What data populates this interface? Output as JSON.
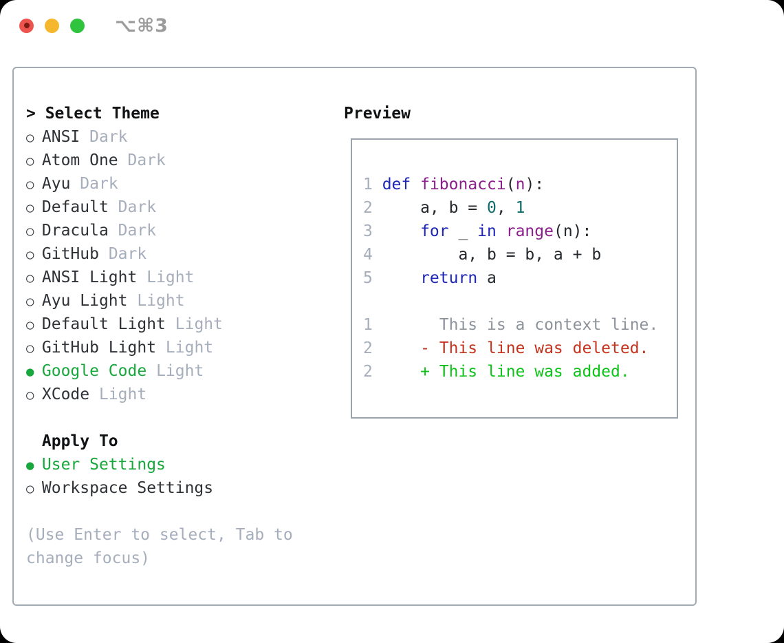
{
  "window": {
    "title": "⌥⌘3"
  },
  "colors": {
    "traffic_close": "#ed544e",
    "traffic_close_dot": "#7d1a13",
    "traffic_minimize": "#f5b72e",
    "traffic_zoom": "#2fc33e",
    "selection_green": "#18a73c",
    "added_green": "#0ec219",
    "deleted_red": "#c4331d",
    "keyword_blue": "#1e26b8",
    "function_purple": "#8c1e8c",
    "literal_teal": "#0f6b6b",
    "muted_gray": "#a6aebc",
    "panel_border": "#a2aab4"
  },
  "theme_panel": {
    "header": {
      "marker": ">",
      "label": "Select Theme"
    },
    "themes": [
      {
        "marker": "○",
        "name": "ANSI",
        "variant": "Dark",
        "selected": false
      },
      {
        "marker": "○",
        "name": "Atom One",
        "variant": "Dark",
        "selected": false
      },
      {
        "marker": "○",
        "name": "Ayu",
        "variant": "Dark",
        "selected": false
      },
      {
        "marker": "○",
        "name": "Default",
        "variant": "Dark",
        "selected": false
      },
      {
        "marker": "○",
        "name": "Dracula",
        "variant": "Dark",
        "selected": false
      },
      {
        "marker": "○",
        "name": "GitHub",
        "variant": "Dark",
        "selected": false
      },
      {
        "marker": "○",
        "name": "ANSI Light",
        "variant": "Light",
        "selected": false
      },
      {
        "marker": "○",
        "name": "Ayu Light",
        "variant": "Light",
        "selected": false
      },
      {
        "marker": "○",
        "name": "Default Light",
        "variant": "Light",
        "selected": false
      },
      {
        "marker": "○",
        "name": "GitHub Light",
        "variant": "Light",
        "selected": false
      },
      {
        "marker": "●",
        "name": "Google Code",
        "variant": "Light",
        "selected": true
      },
      {
        "marker": "○",
        "name": "XCode",
        "variant": "Light",
        "selected": false
      }
    ],
    "apply_to": {
      "label": "Apply To",
      "options": [
        {
          "marker": "●",
          "label": "User Settings",
          "selected": true
        },
        {
          "marker": "○",
          "label": "Workspace Settings",
          "selected": false
        }
      ]
    },
    "hint": "(Use Enter to select, Tab to change focus)"
  },
  "preview": {
    "label": "Preview",
    "code_lines": [
      {
        "num": "1",
        "tokens": [
          {
            "c": "kw",
            "t": "def"
          },
          {
            "c": "pl",
            "t": " "
          },
          {
            "c": "fn",
            "t": "fibonacci"
          },
          {
            "c": "pl",
            "t": "("
          },
          {
            "c": "fn",
            "t": "n"
          },
          {
            "c": "pl",
            "t": "):"
          }
        ]
      },
      {
        "num": "2",
        "tokens": [
          {
            "c": "pl",
            "t": "    a, b = "
          },
          {
            "c": "num",
            "t": "0"
          },
          {
            "c": "pl",
            "t": ", "
          },
          {
            "c": "num",
            "t": "1"
          }
        ]
      },
      {
        "num": "3",
        "tokens": [
          {
            "c": "pl",
            "t": "    "
          },
          {
            "c": "kw",
            "t": "for"
          },
          {
            "c": "pl",
            "t": " _ "
          },
          {
            "c": "kw",
            "t": "in"
          },
          {
            "c": "pl",
            "t": " "
          },
          {
            "c": "fn",
            "t": "range"
          },
          {
            "c": "pl",
            "t": "(n):"
          }
        ]
      },
      {
        "num": "4",
        "tokens": [
          {
            "c": "pl",
            "t": "        a, b = b, a + b"
          }
        ]
      },
      {
        "num": "5",
        "tokens": [
          {
            "c": "pl",
            "t": "    "
          },
          {
            "c": "kw",
            "t": "return"
          },
          {
            "c": "pl",
            "t": " a"
          }
        ]
      }
    ],
    "diff_lines": [
      {
        "num": "1",
        "c": "ctx",
        "t": "      This is a context line."
      },
      {
        "num": "2",
        "c": "del",
        "t": "    - This line was deleted."
      },
      {
        "num": "2",
        "c": "add",
        "t": "    + This line was added."
      }
    ]
  }
}
